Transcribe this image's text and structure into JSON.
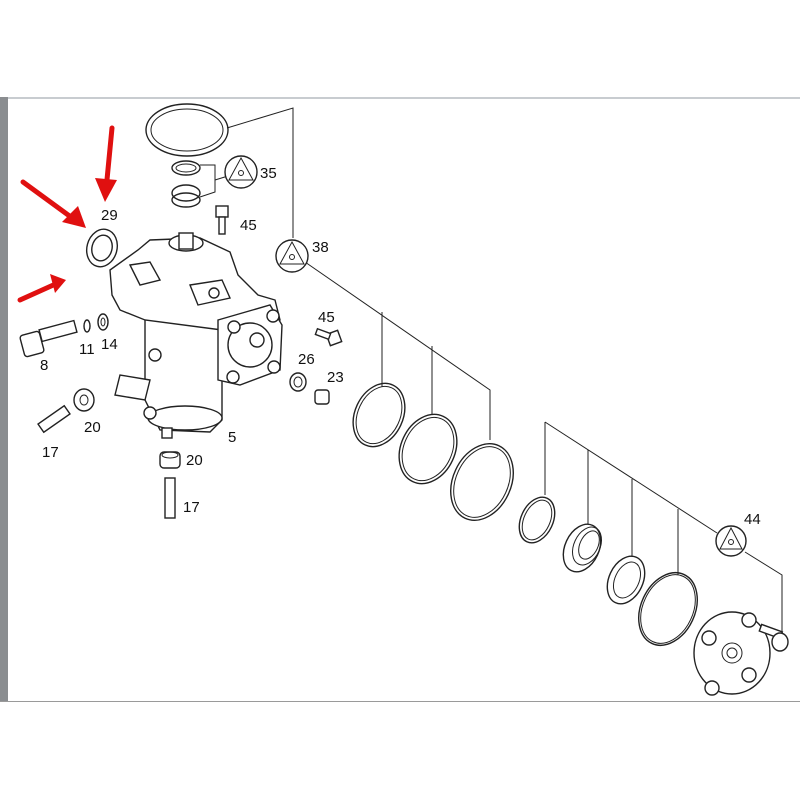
{
  "diagram": {
    "title": "Steering gear exploded parts diagram",
    "callouts": [
      "35",
      "29",
      "45",
      "38",
      "8",
      "11",
      "14",
      "45",
      "26",
      "23",
      "20",
      "17",
      "5",
      "20",
      "17",
      "44"
    ],
    "arrow_color": "#e01010",
    "line_color": "#222222"
  }
}
